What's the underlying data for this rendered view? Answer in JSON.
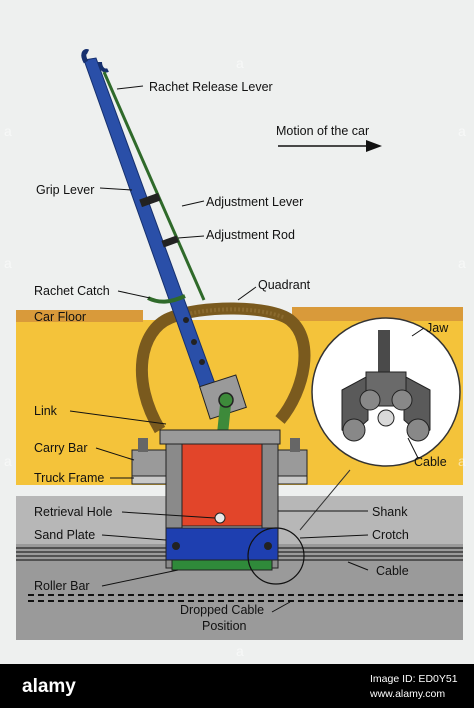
{
  "labels": {
    "rachet_release_lever": "Rachet Release Lever",
    "motion": "Motion of the car",
    "grip_lever": "Grip Lever",
    "adjustment_lever": "Adjustment Lever",
    "adjustment_rod": "Adjustment Rod",
    "rachet_catch": "Rachet Catch",
    "quadrant": "Quadrant",
    "car_floor": "Car Floor",
    "jaw": "Jaw",
    "link": "Link",
    "carry_bar": "Carry Bar",
    "cable_inset": "Cable",
    "truck_frame": "Truck Frame",
    "retrieval_hole": "Retrieval Hole",
    "shank": "Shank",
    "sand_plate": "Sand Plate",
    "crotch": "Crotch",
    "cable": "Cable",
    "roller_bar": "Roller Bar",
    "dropped_cable_line1": "Dropped Cable",
    "dropped_cable_line2": "Position"
  },
  "watermark": {
    "text": "a",
    "footer_logo": "alamy",
    "footer_id": "Image ID: ED0Y51",
    "footer_url": "www.alamy.com"
  },
  "colors": {
    "background": "#eef0ef",
    "car_floor": "#f4c33a",
    "car_floor_band": "#d99a3a",
    "grip_lever": "#2a4fa8",
    "quadrant": "#7a5a1e",
    "link_green": "#3d8a3a",
    "shank_red": "#e2452a",
    "sand_plate_blue": "#1e3fb0",
    "roller_green": "#2f8a3a",
    "gray_frame": "#8a8a8a",
    "street": "#8e8e8e",
    "footer": "#000000"
  },
  "icons": {
    "motion_arrow": "arrow-right-icon"
  }
}
